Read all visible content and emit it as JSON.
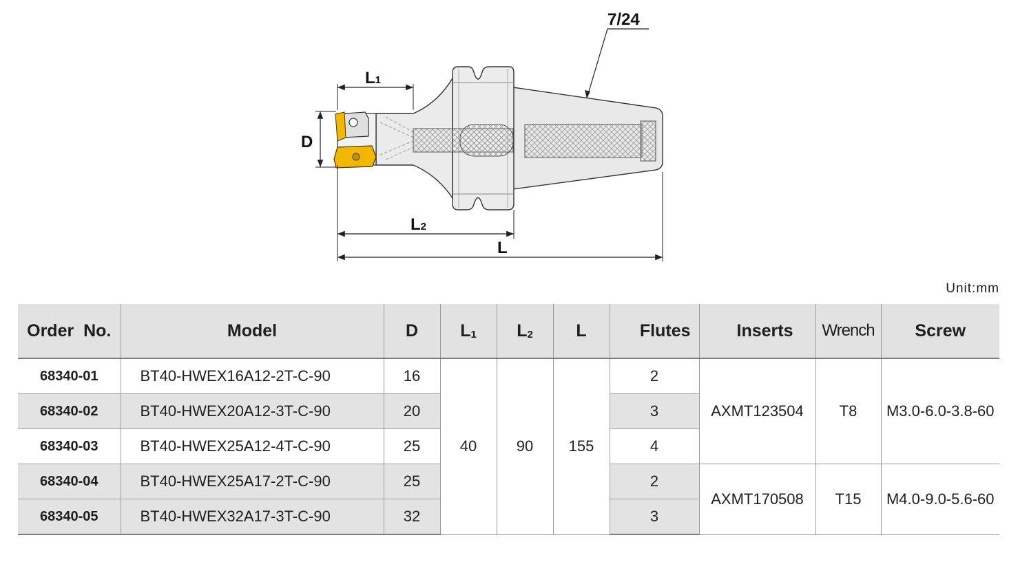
{
  "drawing": {
    "taper_label": "7/24",
    "labels": {
      "l1_main": "L",
      "l1_sub": "1",
      "l2_main": "L",
      "l2_sub": "2",
      "l": "L",
      "d": "D"
    },
    "colors": {
      "insert": "#f2b705",
      "body": "#e8e8e8",
      "line": "#222222"
    }
  },
  "unit_label": "Unit:mm",
  "table": {
    "headers": {
      "order_no": "Order  No.",
      "model": "Model",
      "d": "D",
      "l1_main": "L",
      "l1_sub": "1",
      "l2_main": "L",
      "l2_sub": "2",
      "l": "L",
      "flutes": "Flutes",
      "inserts": "Inserts",
      "wrench": "Wrench",
      "screw": "Screw"
    },
    "shared": {
      "l1": "40",
      "l2": "90",
      "l": "155"
    },
    "groups": [
      {
        "inserts": "AXMT123504",
        "wrench": "T8",
        "screw": "M3.0-6.0-3.8-60"
      },
      {
        "inserts": "AXMT170508",
        "wrench": "T15",
        "screw": "M4.0-9.0-5.6-60"
      }
    ],
    "rows": [
      {
        "order_no": "68340-01",
        "model": "BT40-HWEX16A12-2T-C-90",
        "d": "16",
        "flutes": "2"
      },
      {
        "order_no": "68340-02",
        "model": "BT40-HWEX20A12-3T-C-90",
        "d": "20",
        "flutes": "3"
      },
      {
        "order_no": "68340-03",
        "model": "BT40-HWEX25A12-4T-C-90",
        "d": "25",
        "flutes": "4"
      },
      {
        "order_no": "68340-04",
        "model": "BT40-HWEX25A17-2T-C-90",
        "d": "25",
        "flutes": "2"
      },
      {
        "order_no": "68340-05",
        "model": "BT40-HWEX32A17-3T-C-90",
        "d": "32",
        "flutes": "3"
      }
    ]
  }
}
